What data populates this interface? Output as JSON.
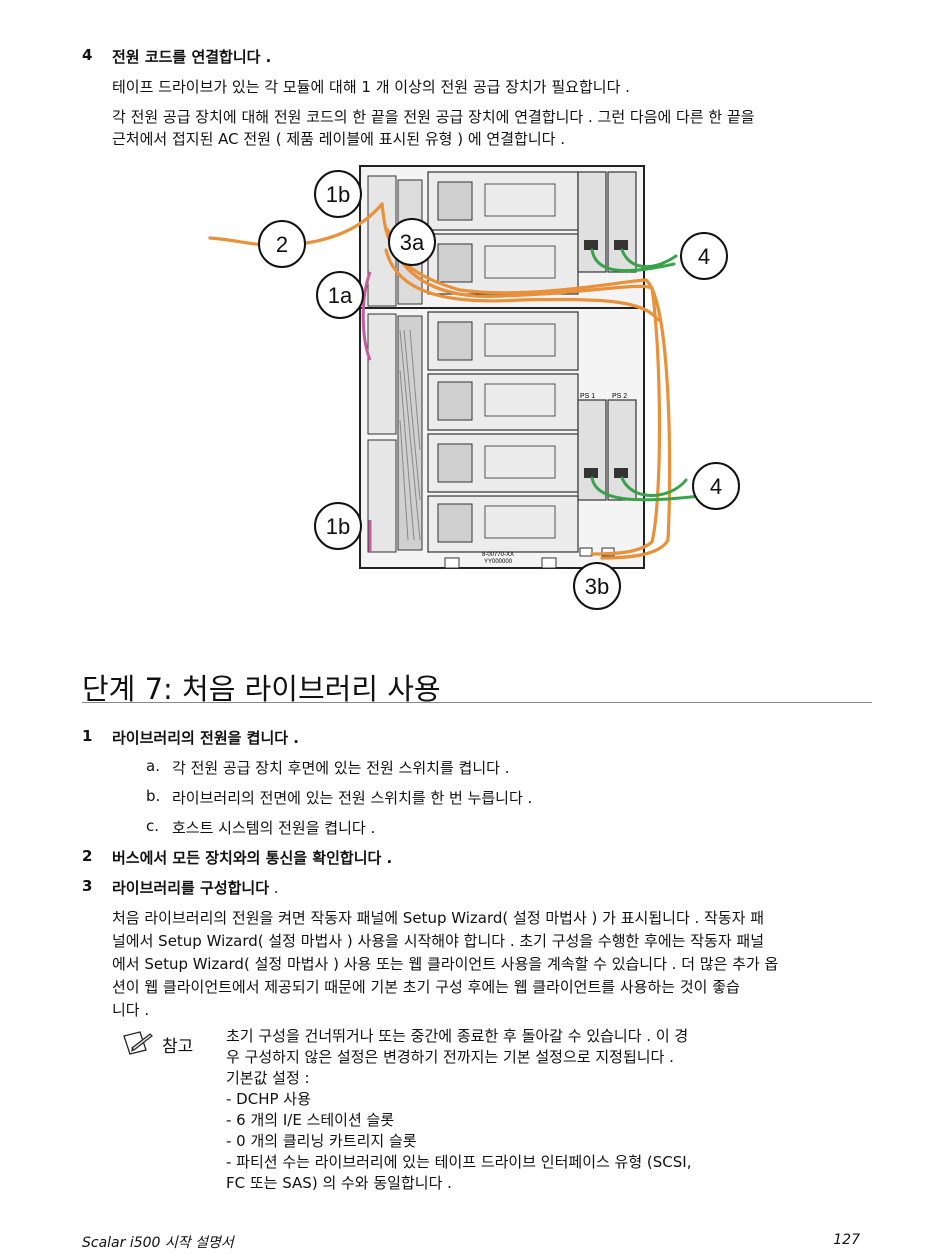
{
  "step4": {
    "number": "4",
    "title": "전원 코드를 연결합니다 .",
    "para1": "테이프 드라이브가 있는 각 모듈에 대해 1 개 이상의 전원 공급 장치가 필요합니다 .",
    "para2_line1": "각 전원 공급 장치에 대해 전원 코드의 한 끝을 전원 공급 장치에 연결합니다 . 그런 다음에 다른 한 끝을",
    "para2_line2": "근처에서 접지된 AC 전원 ( 제품 레이블에 표시된 유형 ) 에 연결합니다 ."
  },
  "figure": {
    "callouts": [
      "1b",
      "2",
      "3a",
      "1a",
      "4",
      "4",
      "1b",
      "3b"
    ],
    "ps_labels": [
      "PS 1",
      "PS 2"
    ],
    "rack_label_1": "8-00770-XX",
    "rack_label_2": "YY000000"
  },
  "section": {
    "heading": "단계 7: 처음 라이브러리 사용"
  },
  "steps": [
    {
      "number": "1",
      "title": "라이브러리의 전원을 켭니다 ."
    },
    {
      "number": "2",
      "title": "버스에서 모든 장치와의 통신을 확인합니다 ."
    },
    {
      "number": "3",
      "title": "라이브러리를 구성합니다",
      "suffix": " ."
    }
  ],
  "substeps": [
    {
      "letter": "a.",
      "text": "각 전원 공급 장치 후면에 있는 전원 스위치를 켭니다 ."
    },
    {
      "letter": "b.",
      "text": "라이브러리의 전면에 있는 전원 스위치를 한 번 누릅니다 ."
    },
    {
      "letter": "c.",
      "text": "호스트 시스템의 전원을 켭니다 ."
    }
  ],
  "step3_para": [
    "처음 라이브러리의 전원을 켜면 작동자 패널에 Setup Wizard( 설정 마법사 ) 가 표시됩니다 . 작동자 패",
    "널에서 Setup Wizard( 설정 마법사 ) 사용을 시작해야 합니다 . 초기 구성을 수행한 후에는 작동자 패널",
    "에서 Setup Wizard( 설정 마법사 ) 사용 또는 웹 클라이언트 사용을 계속할 수 있습니다 . 더 많은 추가 옵",
    "션이 웹 클라이언트에서 제공되기 때문에 기본 초기 구성 후에는 웹 클라이언트를 사용하는 것이 좋습",
    "니다 ."
  ],
  "note": {
    "label": "참고",
    "lines": [
      "초기 구성을 건너뛰거나 또는 중간에 종료한 후 돌아갈 수 있습니다 . 이 경",
      "우 구성하지 않은 설정은 변경하기 전까지는 기본 설정으로 지정됩니다 .",
      "기본값 설정 :",
      "- DCHP 사용",
      "- 6 개의 I/E 스테이션 슬롯",
      "- 0 개의 클리닝 카트리지 슬롯",
      "- 파티션 수는 라이브러리에 있는 테이프 드라이브 인터페이스 유형 (SCSI,",
      "FC 또는 SAS) 의 수와 동일합니다 ."
    ]
  },
  "footer": {
    "left": "Scalar i500 시작 설명서",
    "right": "127"
  },
  "colors": {
    "orange_cable": "#e8913a",
    "green_cable": "#3aa24a",
    "pink_cable": "#c0609a"
  }
}
